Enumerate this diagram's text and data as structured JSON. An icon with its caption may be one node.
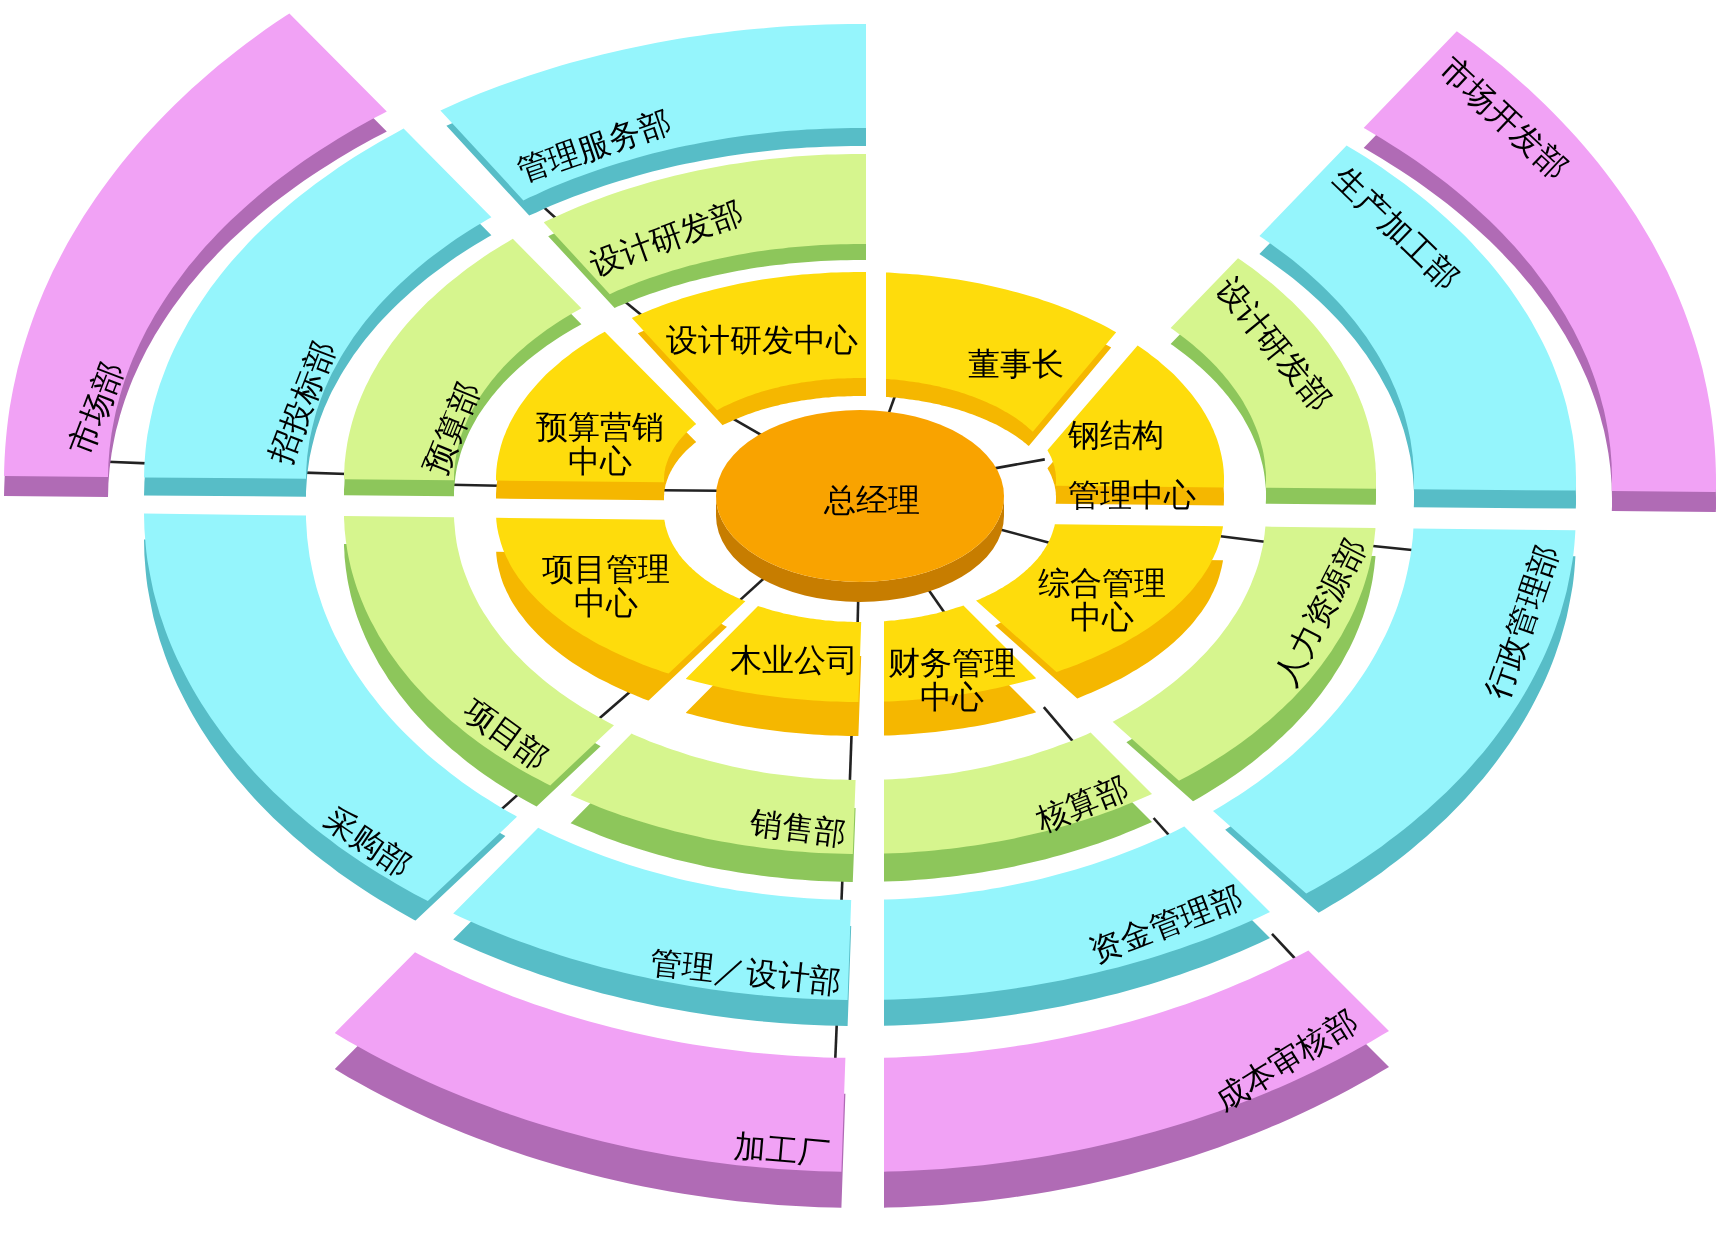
{
  "diagram": {
    "nodes": [
      {
        "text": [
          "总经理"
        ]
      },
      {
        "text": [
          "设计研发中心"
        ]
      },
      {
        "text": [
          "董事长"
        ]
      },
      {
        "text": [
          "钢结构管理中心"
        ]
      },
      {
        "text": [
          "综合管理中心"
        ]
      },
      {
        "text": [
          "财务管理中心"
        ]
      },
      {
        "text": [
          "木业公司"
        ]
      },
      {
        "text": [
          "项目管理中心"
        ]
      },
      {
        "text": [
          "预算营销中心"
        ]
      },
      {
        "text": [
          "设计研发部"
        ]
      },
      {
        "text": [
          "设计研发部"
        ]
      },
      {
        "text": [
          "人力资源部"
        ]
      },
      {
        "text": [
          "核算部"
        ]
      },
      {
        "text": [
          "销售部"
        ]
      },
      {
        "text": [
          "项目部"
        ]
      },
      {
        "text": [
          "预算部"
        ]
      },
      {
        "text": [
          "管理服务部"
        ]
      },
      {
        "text": [
          "生产加工部"
        ]
      },
      {
        "text": [
          "行政管理部"
        ]
      },
      {
        "text": [
          "资金管理部"
        ]
      },
      {
        "text": [
          "管理／设计部"
        ]
      },
      {
        "text": [
          "采购部"
        ]
      },
      {
        "text": [
          "招投标部"
        ]
      },
      {
        "text": [
          "市场开发部"
        ]
      },
      {
        "text": [
          "成本审核部"
        ]
      },
      {
        "text": [
          "加工厂"
        ]
      },
      {
        "text": [
          "市场部"
        ]
      }
    ],
    "edges": [
      {
        "from": 0,
        "to": 1,
        "arrow": "none"
      },
      {
        "from": 0,
        "to": 2,
        "arrow": "none"
      },
      {
        "from": 0,
        "to": 3,
        "arrow": "none"
      },
      {
        "from": 0,
        "to": 4,
        "arrow": "none"
      },
      {
        "from": 0,
        "to": 5,
        "arrow": "none"
      },
      {
        "from": 0,
        "to": 6,
        "arrow": "none"
      },
      {
        "from": 0,
        "to": 7,
        "arrow": "none"
      },
      {
        "from": 0,
        "to": 8,
        "arrow": "none"
      },
      {
        "from": 1,
        "to": 9,
        "arrow": "none"
      },
      {
        "from": 9,
        "to": 16,
        "arrow": "none"
      },
      {
        "from": 4,
        "to": 11,
        "arrow": "none"
      },
      {
        "from": 11,
        "to": 18,
        "arrow": "none"
      },
      {
        "from": 5,
        "to": 12,
        "arrow": "none"
      },
      {
        "from": 12,
        "to": 19,
        "arrow": "none"
      },
      {
        "from": 19,
        "to": 24,
        "arrow": "none"
      },
      {
        "from": 6,
        "to": 13,
        "arrow": "none"
      },
      {
        "from": 13,
        "to": 20,
        "arrow": "none"
      },
      {
        "from": 20,
        "to": 25,
        "arrow": "none"
      },
      {
        "from": 7,
        "to": 14,
        "arrow": "none"
      },
      {
        "from": 14,
        "to": 21,
        "arrow": "none"
      },
      {
        "from": 8,
        "to": 15,
        "arrow": "none"
      },
      {
        "from": 15,
        "to": 22,
        "arrow": "none"
      },
      {
        "from": 22,
        "to": 26,
        "arrow": "none"
      }
    ]
  }
}
